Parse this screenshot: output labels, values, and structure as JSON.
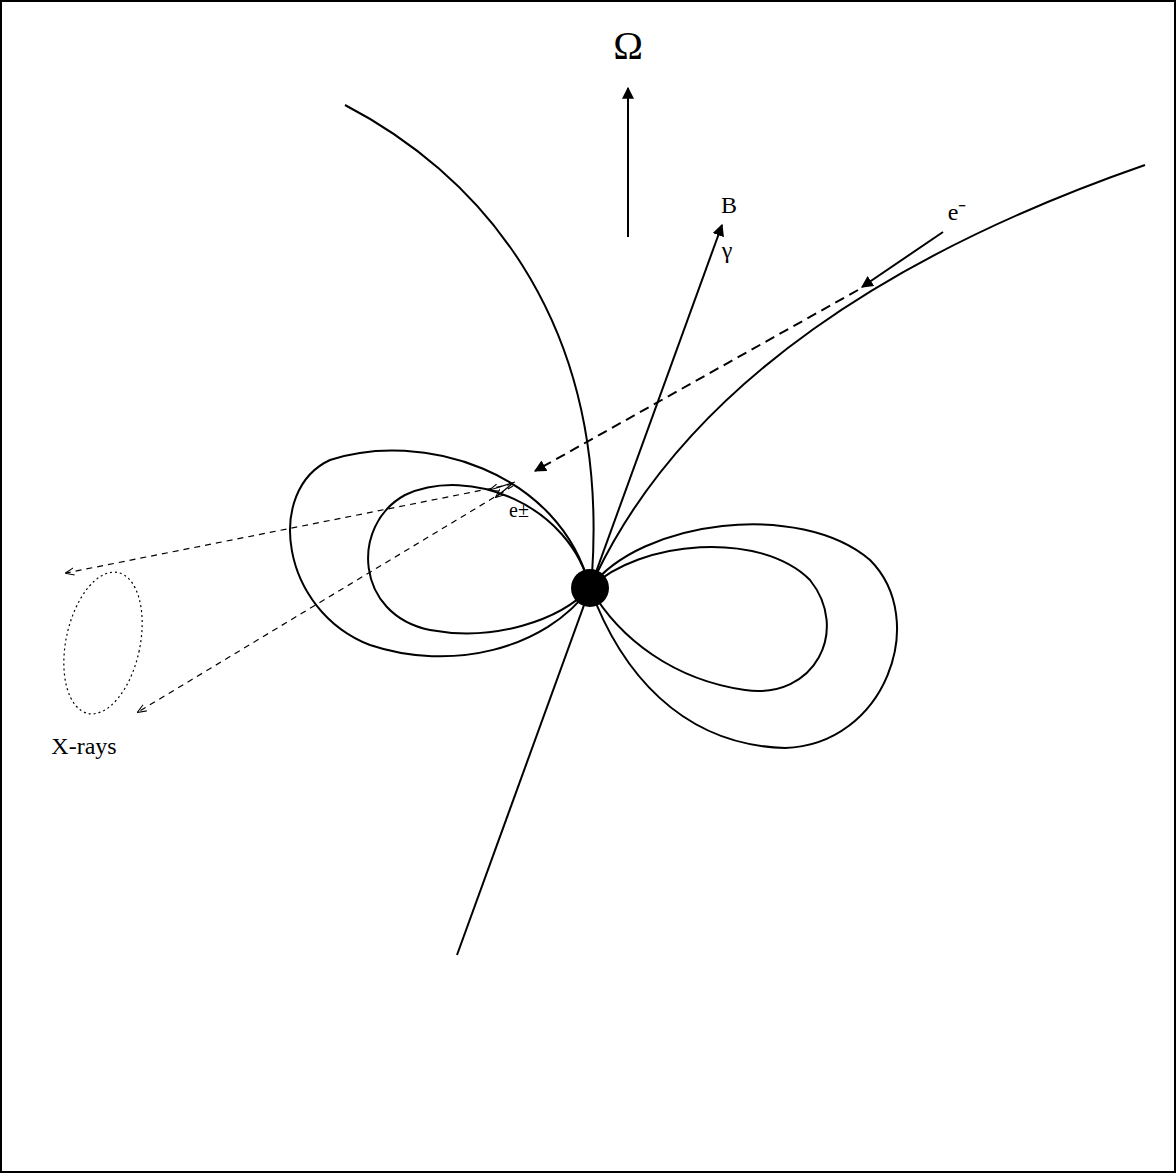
{
  "diagram": {
    "labels": [
      "Ω",
      "B",
      "e⁻",
      "γ",
      "e±",
      "X-rays"
    ]
  }
}
